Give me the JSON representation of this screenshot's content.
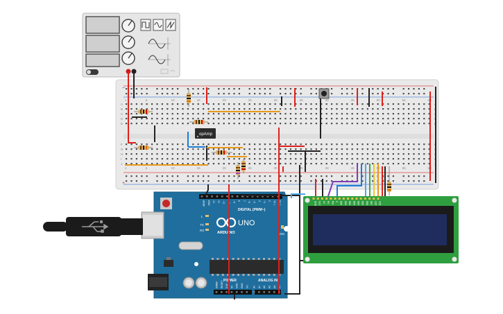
{
  "function_generator": {
    "waveform_buttons": [
      "square-wave-icon",
      "sine-wave-icon",
      "sawtooth-wave-icon"
    ],
    "preview_icons": [
      "sine-wave-icon",
      "sine-wave-icon"
    ]
  },
  "breadboard": {
    "column_labels": [
      "1",
      "5",
      "10",
      "15",
      "20",
      "25",
      "30",
      "35",
      "40",
      "45",
      "50",
      "55",
      "60"
    ],
    "row_labels_left": [
      "A",
      "B",
      "C",
      "D",
      "E",
      "F",
      "G",
      "H",
      "I",
      "J"
    ],
    "rail_plus": "+",
    "rail_minus": "−"
  },
  "opamp": {
    "label": "opAmp"
  },
  "arduino": {
    "model": "UNO",
    "brand": "ARDUINO",
    "digital_header": "DIGITAL (PWM~)",
    "power_header": "POWER",
    "analog_header": "ANALOG IN",
    "pin_labels_top": [
      "AREF",
      "GND",
      "13",
      "12",
      "~11",
      "~10",
      "~9",
      "8",
      "7",
      "~6",
      "~5",
      "4",
      "~3",
      "2",
      "TX 1",
      "RX 0"
    ],
    "pin_labels_bottom": [
      "IOREF",
      "RESET",
      "3.3V",
      "5V",
      "GND",
      "GND",
      "Vin",
      "A0",
      "A1",
      "A2",
      "A3",
      "A4",
      "A5"
    ],
    "led_labels": [
      "L",
      "TX",
      "RX"
    ],
    "on_label": "ON"
  },
  "lcd": {
    "pin_labels": [
      "GND",
      "VCC",
      "V0",
      "RS",
      "RW",
      "E",
      "DB0",
      "DB1",
      "DB2",
      "DB3",
      "DB4",
      "DB5",
      "DB6",
      "DB7",
      "LED",
      "LED"
    ],
    "colors": {
      "bezel": "#2f9e3f",
      "screen": "#1f2c5e"
    }
  },
  "wires": {
    "colors": {
      "red": "#e0201b",
      "black": "#222222",
      "blue": "#1e7bd6",
      "orange": "#e8981b",
      "purple": "#7d3cb5",
      "yellow": "#f0c81e",
      "green": "#38a84a",
      "lightblue": "#4aa8e8"
    }
  }
}
